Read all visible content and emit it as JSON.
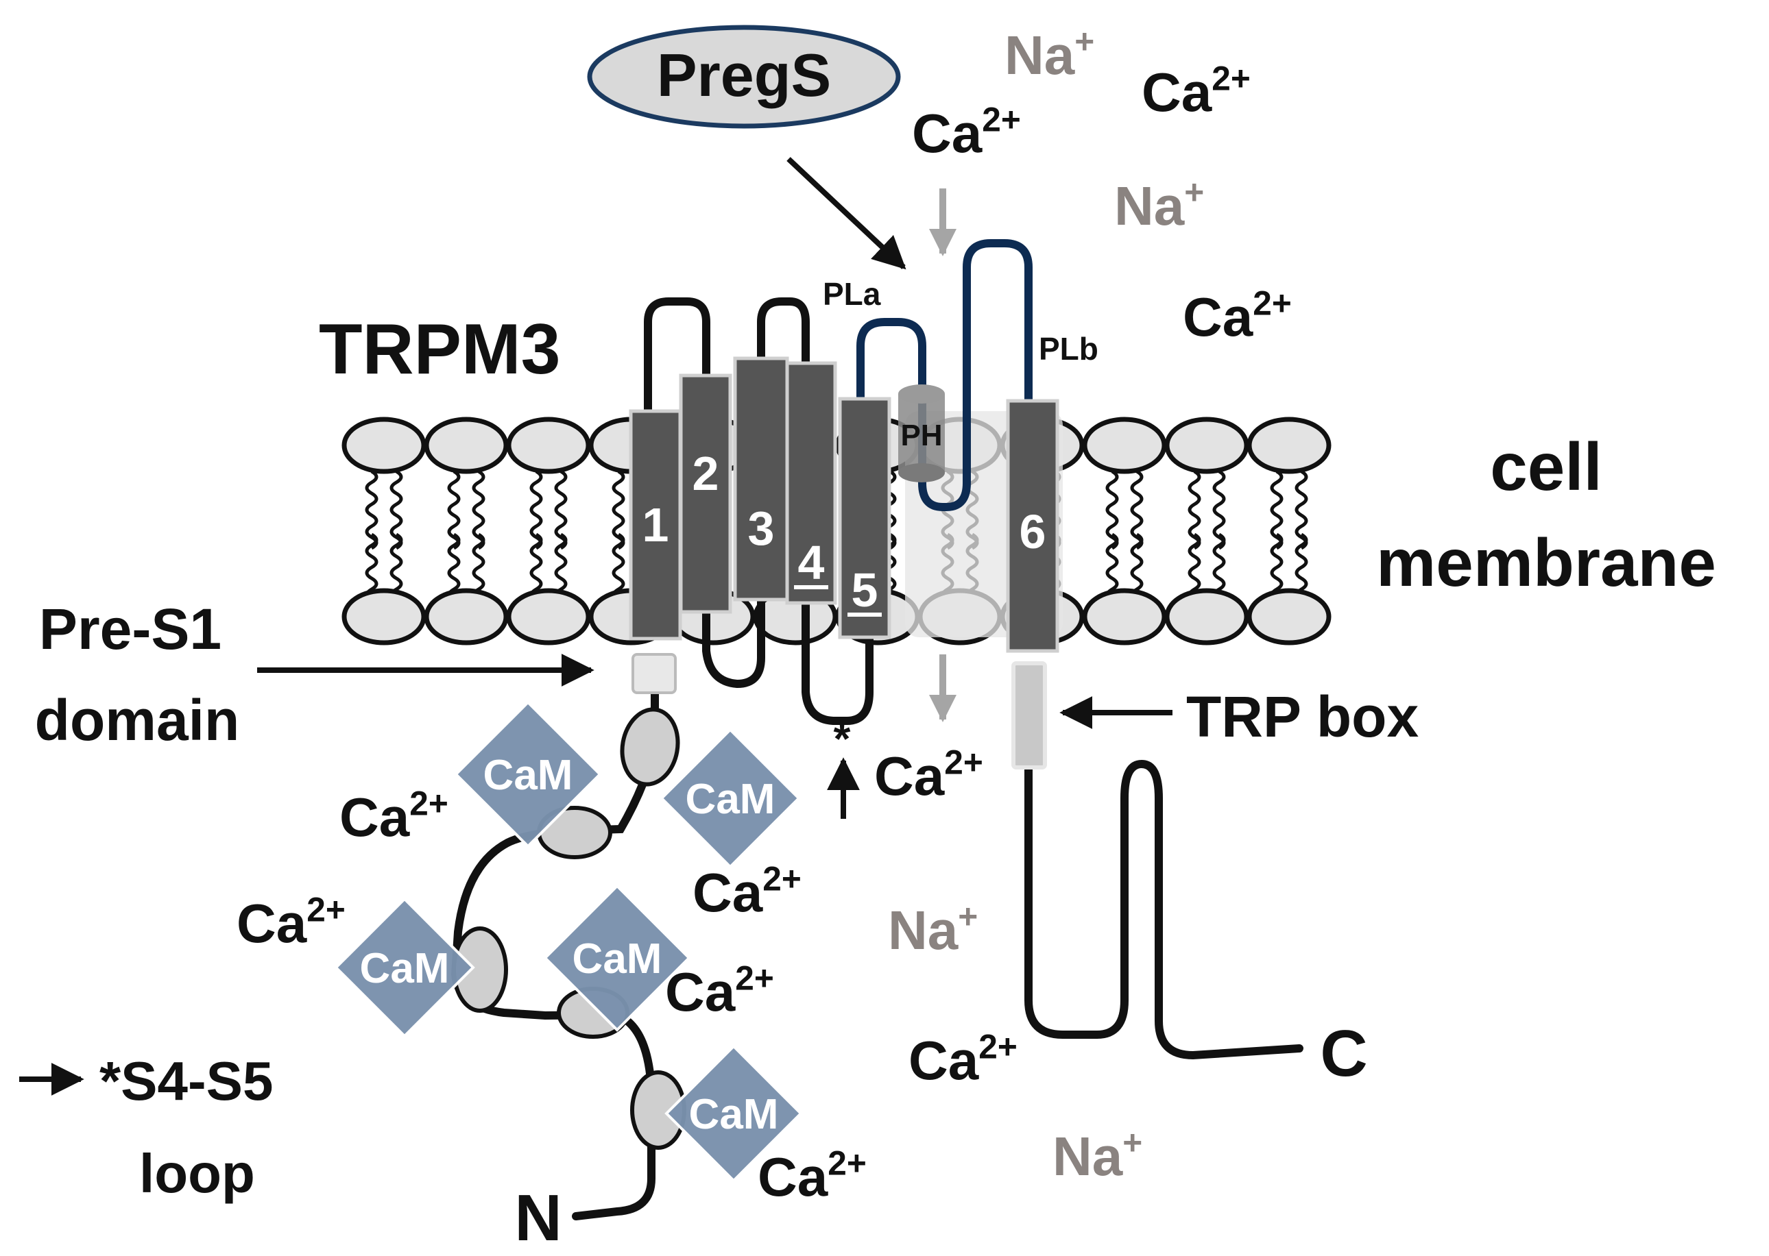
{
  "title": "TRPM3",
  "pregs": "PregS",
  "membrane": {
    "line1": "cell",
    "line2": "membrane"
  },
  "helices": [
    "1",
    "2",
    "3",
    "4",
    "5",
    "PH",
    "6"
  ],
  "loops": {
    "pla": "PLa",
    "plb": "PLb"
  },
  "pre_s1": {
    "line1": "Pre-S1",
    "line2": "domain"
  },
  "trp_box": "TRP box",
  "s4s5_asterisk": "*",
  "s4s5_legend": {
    "line1": "*S4-S5",
    "line2": "loop"
  },
  "terminals": {
    "n": "N",
    "c": "C"
  },
  "cam": "CaM",
  "ions": {
    "na": "Na",
    "na_charge": "+",
    "ca": "Ca",
    "ca_charge": "2+"
  },
  "colors": {
    "helix": "#555555",
    "pore_loop": "#0d2b52",
    "cam": "#7a91ad",
    "pregs_fill": "#d9d9d9",
    "pregs_border": "#1b3a60",
    "grey_ion": "#8a8380",
    "grey_arrow": "#a5a5a5"
  }
}
